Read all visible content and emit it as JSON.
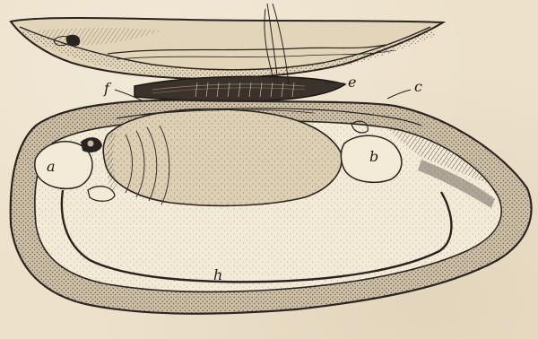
{
  "figure": {
    "labels": {
      "a": "a",
      "b": "b",
      "c": "c",
      "e": "e",
      "f": "f",
      "h": "h"
    }
  }
}
